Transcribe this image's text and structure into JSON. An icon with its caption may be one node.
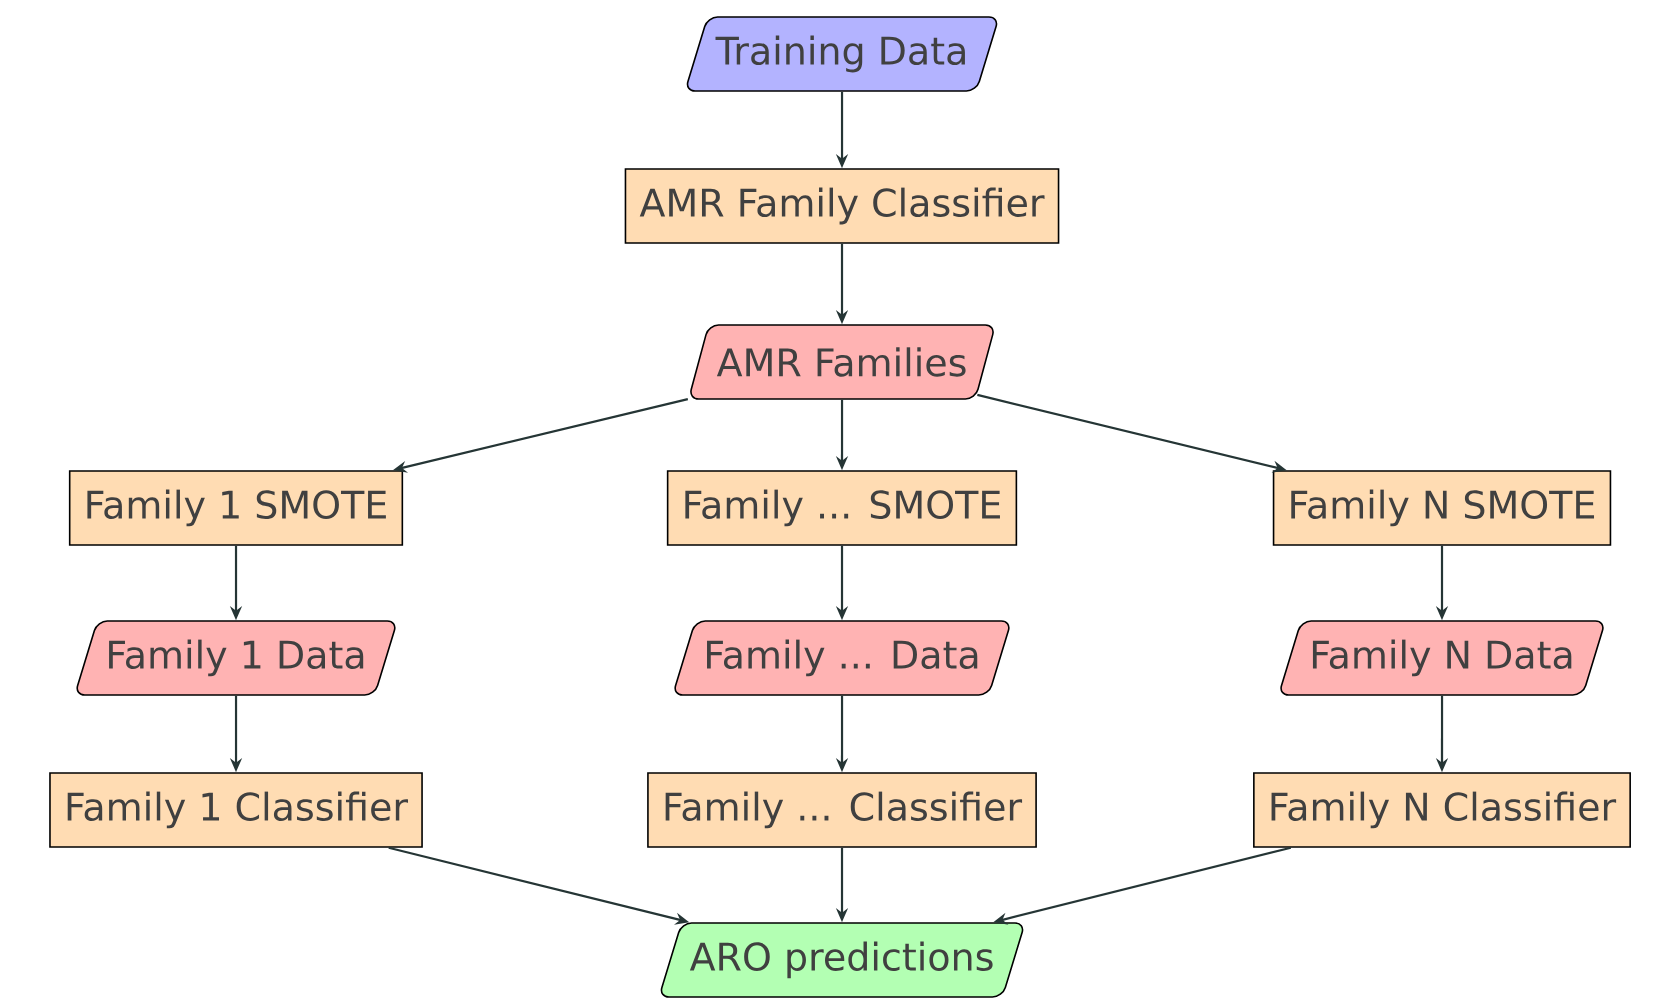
{
  "diagram": {
    "nodes": [
      {
        "text": [
          "Training Data"
        ]
      },
      {
        "text": [
          "AMR Family Classifier"
        ]
      },
      {
        "text": [
          "AMR Families"
        ]
      },
      {
        "text": [
          "Family 1 SMOTE"
        ]
      },
      {
        "text": [
          "Family ... SMOTE"
        ]
      },
      {
        "text": [
          "Family N SMOTE"
        ]
      },
      {
        "text": [
          "Family 1 Data"
        ]
      },
      {
        "text": [
          "Family ... Data"
        ]
      },
      {
        "text": [
          "Family N Data"
        ]
      },
      {
        "text": [
          "Family 1 Classifier"
        ]
      },
      {
        "text": [
          "Family ... Classifier"
        ]
      },
      {
        "text": [
          "Family N Classifier"
        ]
      },
      {
        "text": [
          "ARO predictions"
        ]
      }
    ],
    "edges": [
      {
        "from": 0,
        "to": 1,
        "arrow": "to"
      },
      {
        "from": 1,
        "to": 2,
        "arrow": "to"
      },
      {
        "from": 2,
        "to": 3,
        "arrow": "to"
      },
      {
        "from": 2,
        "to": 4,
        "arrow": "to"
      },
      {
        "from": 2,
        "to": 5,
        "arrow": "to"
      },
      {
        "from": 3,
        "to": 6,
        "arrow": "to"
      },
      {
        "from": 4,
        "to": 7,
        "arrow": "to"
      },
      {
        "from": 5,
        "to": 8,
        "arrow": "to"
      },
      {
        "from": 6,
        "to": 9,
        "arrow": "to"
      },
      {
        "from": 7,
        "to": 10,
        "arrow": "to"
      },
      {
        "from": 8,
        "to": 11,
        "arrow": "to"
      },
      {
        "from": 9,
        "to": 12,
        "arrow": "to"
      },
      {
        "from": 10,
        "to": 12,
        "arrow": "to"
      },
      {
        "from": 11,
        "to": 12,
        "arrow": "to"
      }
    ]
  }
}
